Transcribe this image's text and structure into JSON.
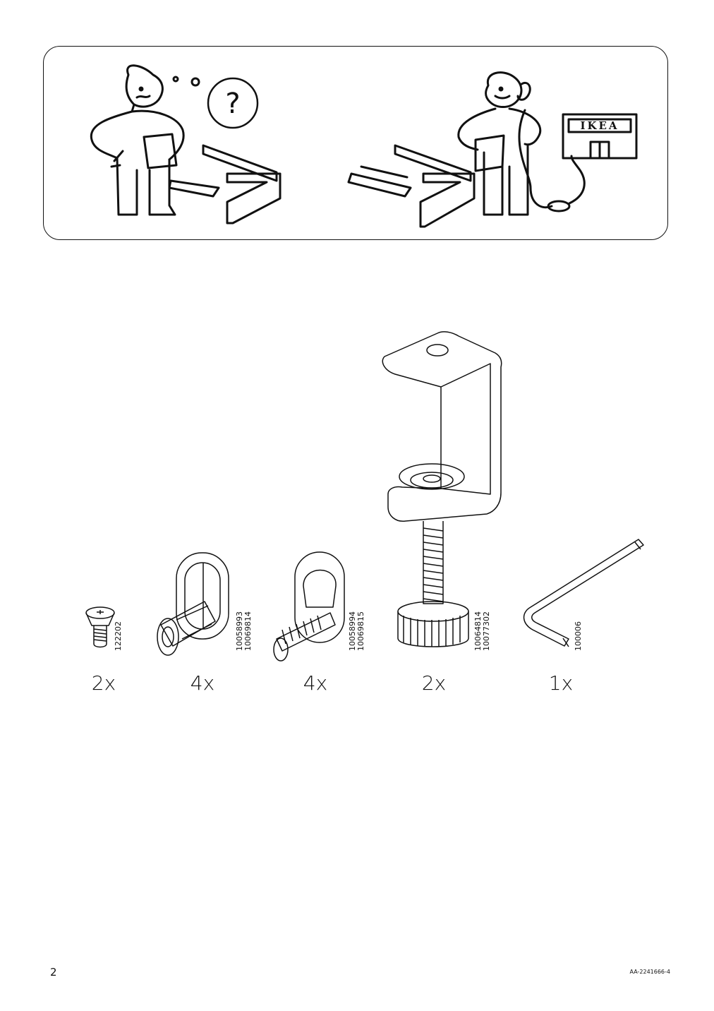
{
  "help_panel": {
    "brand_sign": "IKEA",
    "question_mark": "?"
  },
  "parts": [
    {
      "quantity": "2x",
      "part_numbers": [
        "122202"
      ],
      "icon": "countersunk-screw-icon"
    },
    {
      "quantity": "4x",
      "part_numbers": [
        "10058993",
        "10069814"
      ],
      "icon": "cam-sleeve-bracket-icon"
    },
    {
      "quantity": "4x",
      "part_numbers": [
        "10058994",
        "10069815"
      ],
      "icon": "screw-bracket-icon"
    },
    {
      "quantity": "2x",
      "part_numbers": [
        "10064814",
        "10077302"
      ],
      "icon": "c-clamp-icon"
    },
    {
      "quantity": "1x",
      "part_numbers": [
        "100006"
      ],
      "icon": "allen-key-icon"
    }
  ],
  "footer": {
    "page_number": "2",
    "document_code": "AA-2241666-4"
  }
}
